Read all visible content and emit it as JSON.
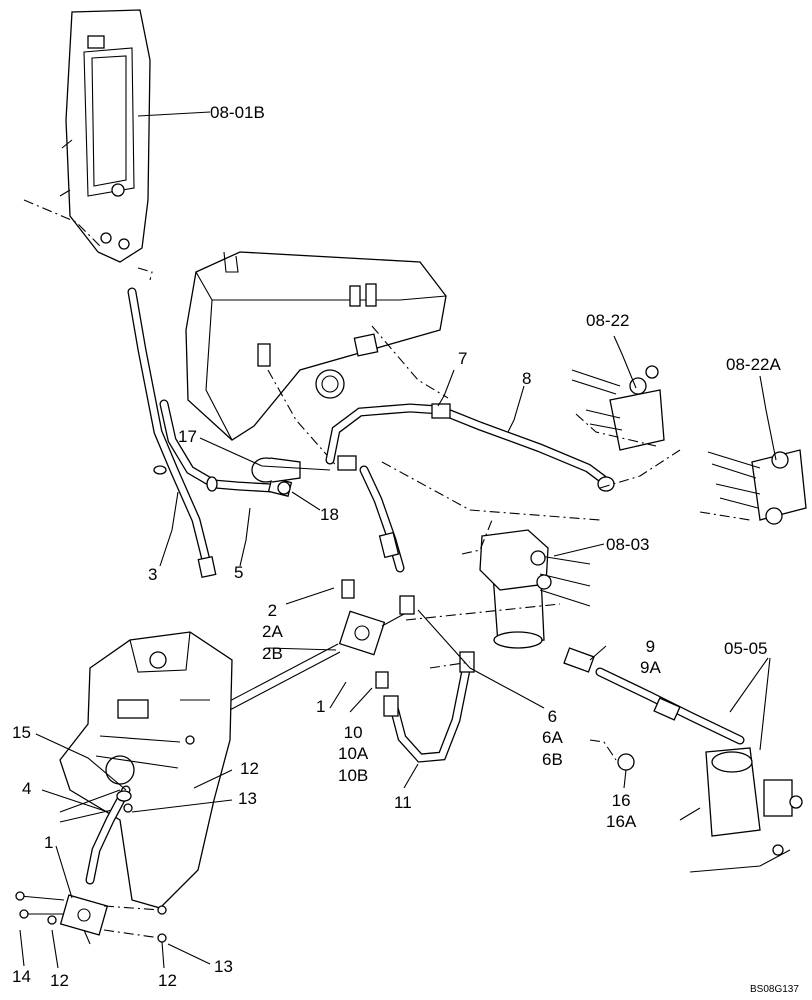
{
  "labels": {
    "ref_radiator": "08-01B",
    "ref_valve_a": "08-22",
    "ref_valve_b": "08-22A",
    "ref_filter": "08-03",
    "ref_pump": "05-05",
    "n7": "7",
    "n8": "8",
    "n17": "17",
    "n18": "18",
    "n3": "3",
    "n5": "5",
    "g2": [
      "2",
      "2A",
      "2B"
    ],
    "n1_upper": "1",
    "g10": [
      "10",
      "10A",
      "10B"
    ],
    "g6": [
      "6",
      "6A",
      "6B"
    ],
    "g9": [
      "9",
      "9A"
    ],
    "n11": "11",
    "g16": [
      "16",
      "16A"
    ],
    "n15": "15",
    "n4": "4",
    "n1_lower": "1",
    "n12_right": "12",
    "n13_upper": "13",
    "n14": "14",
    "n12_bottom_a": "12",
    "n12_bottom_b": "12",
    "n13_lower": "13"
  },
  "drawing_code": "BS08G137"
}
